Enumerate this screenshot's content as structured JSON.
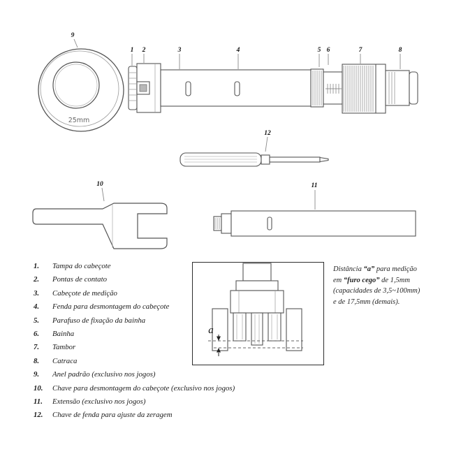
{
  "callouts": {
    "n1": "1",
    "n2": "2",
    "n3": "3",
    "n4": "4",
    "n5": "5",
    "n6": "6",
    "n7": "7",
    "n8": "8",
    "n9": "9",
    "n10": "10",
    "n11": "11",
    "n12": "12"
  },
  "ring": {
    "size_label": "25mm"
  },
  "detail": {
    "dimension_label": "a"
  },
  "parts_list": [
    {
      "num": "1.",
      "label": "Tampa do cabeçote"
    },
    {
      "num": "2.",
      "label": "Pontas de contato"
    },
    {
      "num": "3.",
      "label": "Cabeçote de medição"
    },
    {
      "num": "4.",
      "label": "Fenda para desmontagem do cabeçote"
    },
    {
      "num": "5.",
      "label": "Parafuso de fixação da bainha"
    },
    {
      "num": "6.",
      "label": "Bainha"
    },
    {
      "num": "7.",
      "label": "Tambor"
    },
    {
      "num": "8.",
      "label": "Catraca"
    },
    {
      "num": "9.",
      "label": "Anel padrão (exclusivo nos jogos)"
    },
    {
      "num": "10.",
      "label": "Chave para desmontagem do cabeçote (exclusivo nos jogos)"
    },
    {
      "num": "11.",
      "label": "Extensão (exclusivo nos jogos)"
    },
    {
      "num": "12.",
      "label": "Chave de fenda para ajuste da zeragem"
    }
  ],
  "note": {
    "l1a": "Distância ",
    "l1b": "“a”",
    "l1c": " para medição",
    "l2a": "em ",
    "l2b": "“furo cego”",
    "l2c": " de 1,5mm",
    "l3": "(capacidades de 3,5~100mm)",
    "l4": "e de 17,5mm (demais)."
  }
}
